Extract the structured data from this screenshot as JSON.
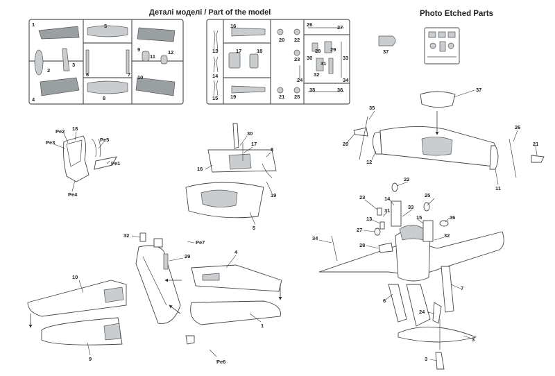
{
  "titles": {
    "model_parts": "Деталі моделі / Part of the model",
    "photo_etched": "Photo Etched Parts"
  },
  "sprue_a_labels": [
    "1",
    "2",
    "3",
    "4",
    "5",
    "6",
    "7",
    "8",
    "9",
    "10",
    "11",
    "12"
  ],
  "sprue_b_labels": [
    "13",
    "14",
    "15",
    "16",
    "17",
    "18",
    "19",
    "20",
    "21",
    "22",
    "23",
    "24",
    "25",
    "26",
    "27",
    "28",
    "29",
    "30",
    "31",
    "32",
    "33",
    "34",
    "35",
    "36"
  ],
  "pe_labels": [
    "37"
  ],
  "seat_labels": [
    "18",
    "Pe2",
    "Pe3",
    "Pe5",
    "Pe1",
    "Pe4"
  ],
  "cockpit_labels": [
    "30",
    "17",
    "8",
    "16",
    "19",
    "5"
  ],
  "fuselage_labels": [
    "37",
    "35",
    "20",
    "12",
    "26",
    "21",
    "11"
  ],
  "wing_left_labels": [
    "32",
    "Pe7",
    "4",
    "29",
    "10",
    "1",
    "9",
    "Pe6"
  ],
  "wing_right_labels": [
    "22",
    "23",
    "14",
    "33",
    "25",
    "31",
    "13",
    "15",
    "36",
    "34",
    "27",
    "32",
    "28",
    "7",
    "6",
    "24",
    "3",
    "3"
  ]
}
